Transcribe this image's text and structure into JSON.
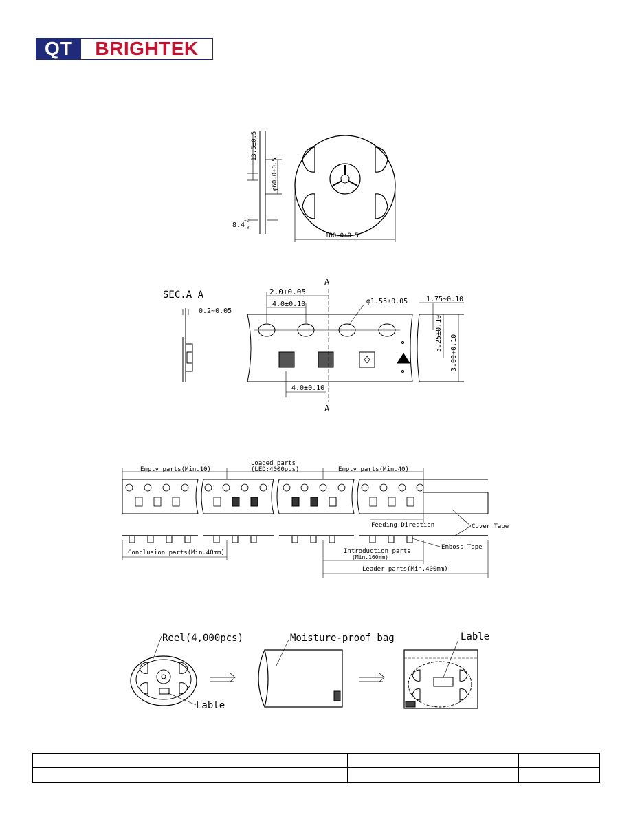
{
  "logo": {
    "part1": "QT",
    "part2": "BRIGHTEK"
  },
  "reel": {
    "dim_width": "13.5±0.5",
    "dim_hub": "φ60.0±0.5",
    "dim_tape": "8.4",
    "dim_tape_tol_plus": "+2",
    "dim_tape_tol_minus": "-0",
    "dim_diameter": "180.0±0.5"
  },
  "tape": {
    "section_label": "SEC.A A",
    "thickness": "0.2~0.05",
    "pitch_half": "2.0+0.05",
    "pitch_hole": "4.0±0.10",
    "hole_dia": "φ1.55±0.05",
    "edge": "1.75~0.10",
    "row": "5.25±0.10",
    "width": "3.00+0.10",
    "pitch_pocket": "4.0±0.10",
    "marker_top": "A",
    "marker_bottom": "A"
  },
  "leader": {
    "empty_a": "Empty parts(Min.10)",
    "loaded_1": "Loaded parts",
    "loaded_2": "(LED:4000pcs)",
    "empty_b": "Empty parts(Min.40)",
    "cover_tape": "Cover Tape",
    "feed": "Feeding Direction",
    "emboss": "Emboss Tape",
    "conclusion": "Conclusion parts(Min.40mm)",
    "intro_1": "Introduction parts",
    "intro_2": "(Min.160mm)",
    "leader_parts": "Leader parts(Min.400mm)"
  },
  "packing": {
    "reel": "Reel(4,000pcs)",
    "bag": "Moisture-proof bag",
    "label_top": "Lable",
    "label_bottom": "Lable"
  },
  "footer": {
    "row1": [
      "",
      "",
      ""
    ],
    "row2": [
      "",
      "",
      ""
    ]
  }
}
